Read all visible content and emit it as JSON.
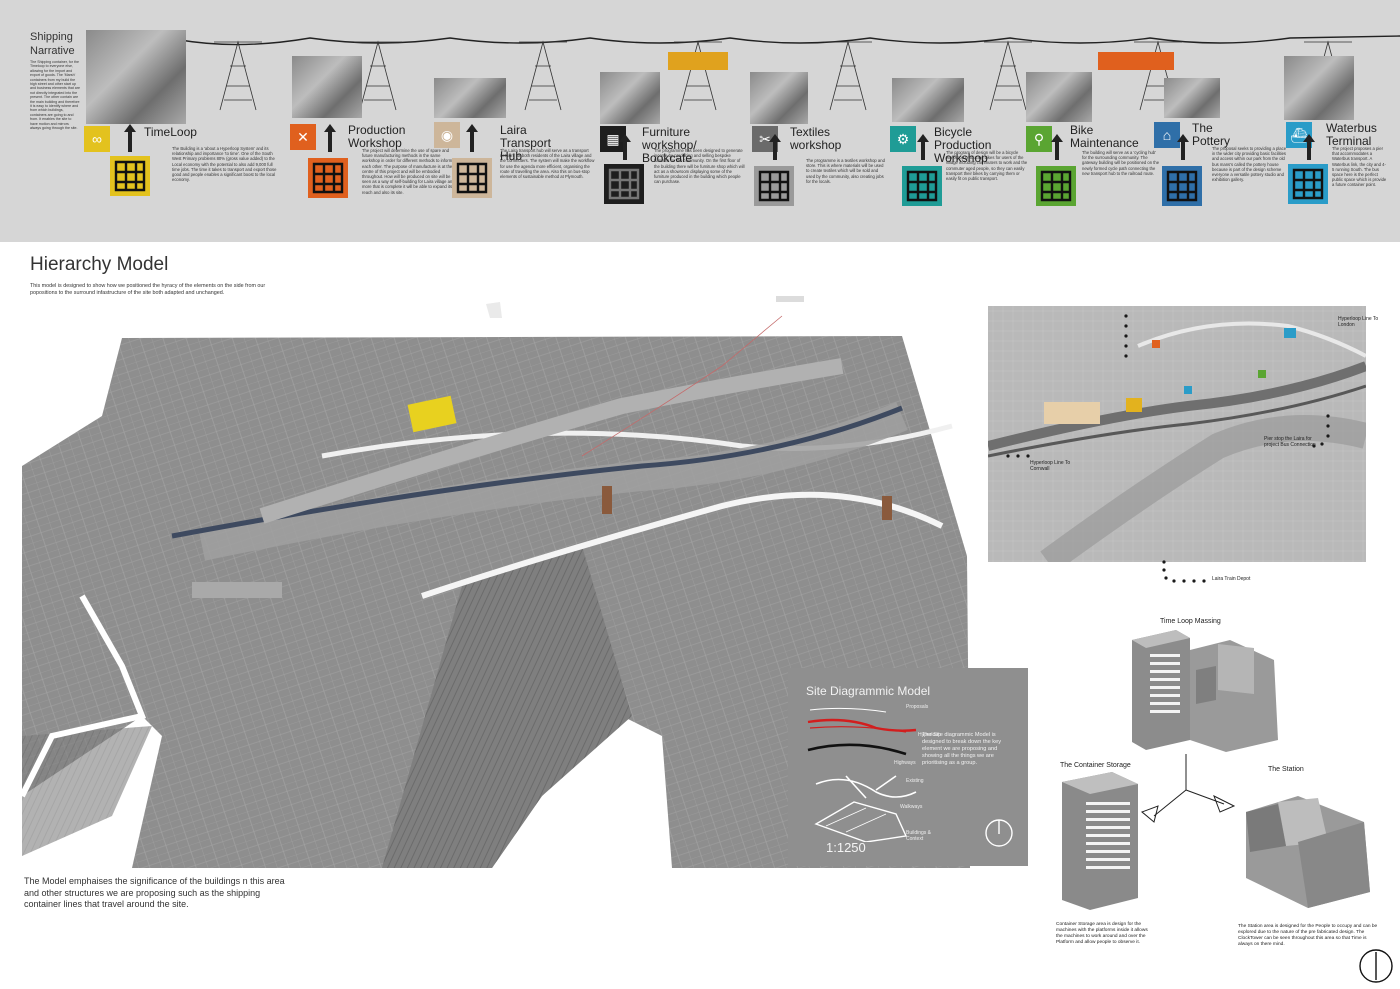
{
  "header": {
    "title": "Shipping Narrative",
    "intro": "The Shipping container, for the Timeloop to everyone else, allowing for the import and export of goods. The 'Marsh' containers from my build the high street and other start up and business elements that are not directly integrated into the present. The other contain are the main building and therefore it is easy to identify where and from which buildings, containers are going to and from. It enables the site to have motion and mirrors always going through the site."
  },
  "stops": [
    {
      "name": "TimeLoop",
      "color": "#e3c21e",
      "icon": "infinity-icon",
      "desc": "The Building is a 'about a Hyperloop System' and its relationship and importance 'to time'. One of the South West Primary problems 80% (gross value added) to the Local economy with the potential to also add 9,000 full time jobs. The time it takes to transport and export those good and people enables a significant boost to the local economy."
    },
    {
      "name": "Production Workshop",
      "color": "#e0601e",
      "icon": "tools-icon",
      "desc": "The project will determine the use of spare and future manufacturing methods in the same workshop in order for different methods to inform each other. The purpose of manufacture is at the centre of this project and will be embodied throughout. How will be produced on site will be seen as a way of self-building for Laira village and more that is complete it will be able to expand its reach and also its site."
    },
    {
      "name": "Laira Transport Hub",
      "color": "#cdb69a",
      "icon": "location-icon",
      "desc": "The Laira transport hub will serve as a transport network for both residents of the Laira village and the commuters. The system will make the workflow for use the agenda more efficient, organising the route of travelling the area. Also this on bus-stop elements of sustainable method at Plymouth."
    },
    {
      "name": "Furniture workshop/ Bookcafe",
      "color": "#1e1e1e",
      "icon": "workshop-icon",
      "desc": "The programme has been designed to generate income by producing and selling bespoke furniture for the community. On the first floor of the building there will be furniture shop which will act as a showroom displaying some of the furniture produced in the building which people can purchase."
    },
    {
      "name": "Textiles workshop",
      "color": "#6a6a6a",
      "icon": "sewing-icon",
      "desc": "The programme is a textiles workshop and store. This is where materials will be used to create textiles which will be sold and used by the community, also creating jobs for the locals."
    },
    {
      "name": "Bicycle Production Workshop",
      "color": "#1f9c96",
      "icon": "bicycle-icon",
      "desc": "The program of design will be a bicycle workshop producing bikes for users of the village including commuters to work and the commuter aged people, so they can easily transport their bikes by carrying them or easily fit on public transport."
    },
    {
      "name": "Bike Maintenance",
      "color": "#5aa532",
      "icon": "cyclist-icon",
      "desc": "The building will serve as a 'cycling hub' for the surrounding community. The gateway building will be positioned on the newly formed cycle path connecting the new transport hub to the railroad route."
    },
    {
      "name": "The Pottery",
      "color": "#2f6fa8",
      "icon": "house-icon",
      "desc": "The proposal seeks to providing a place in the wider city providing basic facilities and access within our park from the old bus mans's called the pottery house because is part of the design scheme everyone a versatile pottery studio and exhibition gallery."
    },
    {
      "name": "Waterbus Terminal",
      "color": "#2a9cc8",
      "icon": "boat-icon",
      "desc": "The project proposes a pier that accommodates a Waterbus transport. A Waterbus link, the city and 4-5 running South. The bus space here is the perfect public space which is provide a future container point."
    }
  ],
  "hierarchy": {
    "title": "Hierarchy Model",
    "intro": "This model is designed to show how we positioned the hyracy of the elements on the side from our popositions to the surround infastructure of the site both adapted and unchanged.",
    "footer": "The Model emphaises the significance of the buildings n this area and other structures we are proposing such as the shipping container lines that travel around the site."
  },
  "site_model": {
    "title": "Site Diagrammic Model",
    "scale": "1:1250",
    "legend": [
      "Proposals",
      "Hyperloop",
      "Highways",
      "Walkways",
      "Existing",
      "Buildings & Context"
    ],
    "desc": "The Site diagrammic Model is designed to break down the key element we are proposing and showing all the things we are prioritising as a group."
  },
  "site_map": {
    "labels": [
      "Hyperloop Line To London",
      "Hyperloop Line To Cornwall",
      "Pier stop the Laira for project Bus Connection",
      "Laira Train Depot"
    ]
  },
  "massing": {
    "title": "Time Loop Massing",
    "storage_title": "The Container Storage",
    "station_title": "The Station",
    "storage_desc": "Container Storage area is design for the machines with the platforms inside it allows the machines to work around and over the Platform and allow people to observe it.",
    "station_desc": "The Station area is designed for the People to occupy and can be explored due to the nature of the pre fabricated design. The ClockTower can be seen throughout this area so that Time is always on there mind."
  }
}
